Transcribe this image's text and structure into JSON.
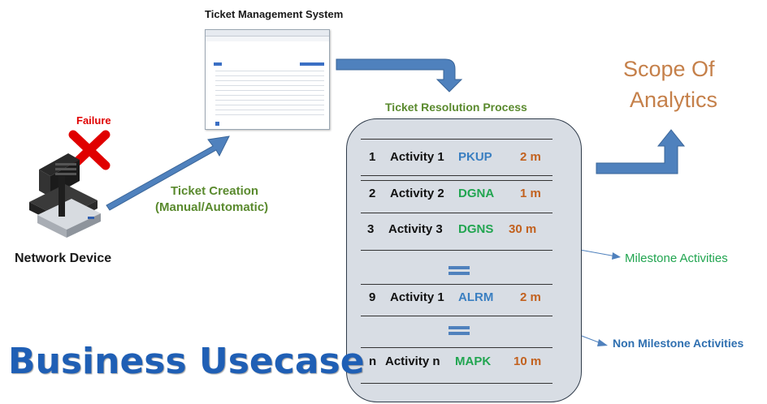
{
  "title": "Business Usecase",
  "ticket_management_system": "Ticket Management System",
  "failure_label": "Failure",
  "network_device_label": "Network Device",
  "ticket_creation": {
    "line1": "Ticket Creation",
    "line2": "(Manual/Automatic)"
  },
  "ticket_resolution_process": "Ticket Resolution Process",
  "scope_of_analytics": {
    "line1": "Scope Of",
    "line2": "Analytics"
  },
  "activities": [
    {
      "num": "1",
      "name": "Activity 1",
      "code": "PKUP",
      "code_color": "blue",
      "time": "2 m"
    },
    {
      "num": "2",
      "name": "Activity 2",
      "code": "DGNA",
      "code_color": "green",
      "time": "1 m"
    },
    {
      "num": "3",
      "name": "Activity 3",
      "code": "DGNS",
      "code_color": "green",
      "time": "30 m"
    },
    {
      "num": "9",
      "name": "Activity 1",
      "code": "ALRM",
      "code_color": "blue",
      "time": "2 m"
    },
    {
      "num": "n",
      "name": "Activity n",
      "code": "MAPK",
      "code_color": "green",
      "time": "10 m"
    }
  ],
  "milestone_activities": "Milestone Activities",
  "non_milestone_activities": "Non Milestone Activities",
  "colors": {
    "arrow_blue": "#4f81bd",
    "green_text": "#5a8a2e",
    "orange_text": "#c5804a",
    "title_blue": "#1f5fb5",
    "failure_red": "#e00000"
  }
}
